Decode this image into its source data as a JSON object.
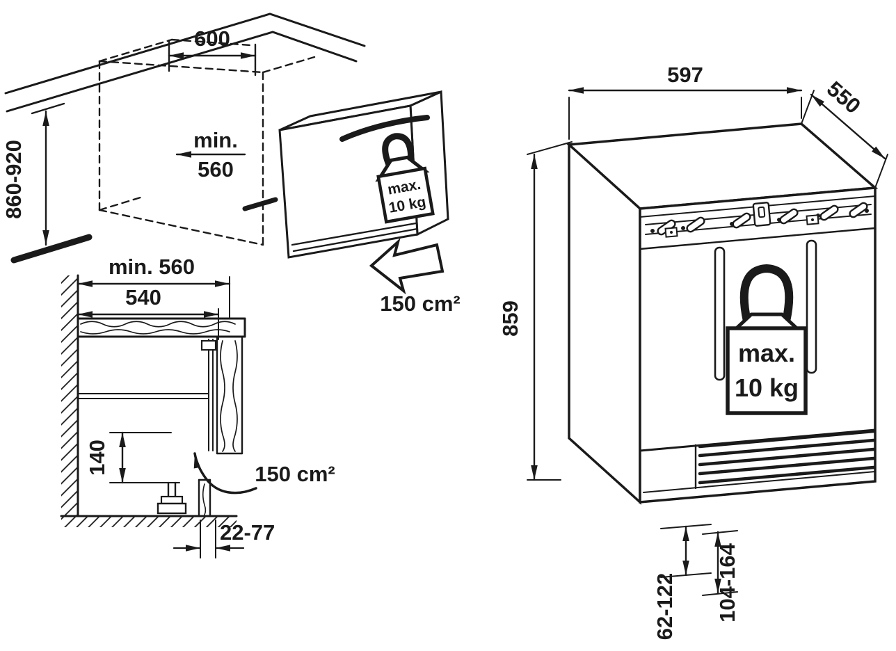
{
  "colors": {
    "line": "#1a1a1a",
    "background": "#ffffff"
  },
  "niche_diagram": {
    "width": "600",
    "depth_line1": "min.",
    "depth_line2": "560",
    "height_range": "860-920",
    "vent_area": "150 cm²",
    "weight_limit": {
      "line1": "max.",
      "line2": "10 kg"
    }
  },
  "cross_section_diagram": {
    "depth_min": "min. 560",
    "worktop_depth": "540",
    "vent_gap_height": "140",
    "plinth_depth_range": "22-77",
    "vent_area": "150 cm²"
  },
  "appliance_diagram": {
    "width": "597",
    "depth": "550",
    "height": "859",
    "weight_limit": {
      "line1": "max.",
      "line2": "10 kg"
    },
    "foot_range_front": "62-122",
    "foot_range_rear": "104-164"
  }
}
